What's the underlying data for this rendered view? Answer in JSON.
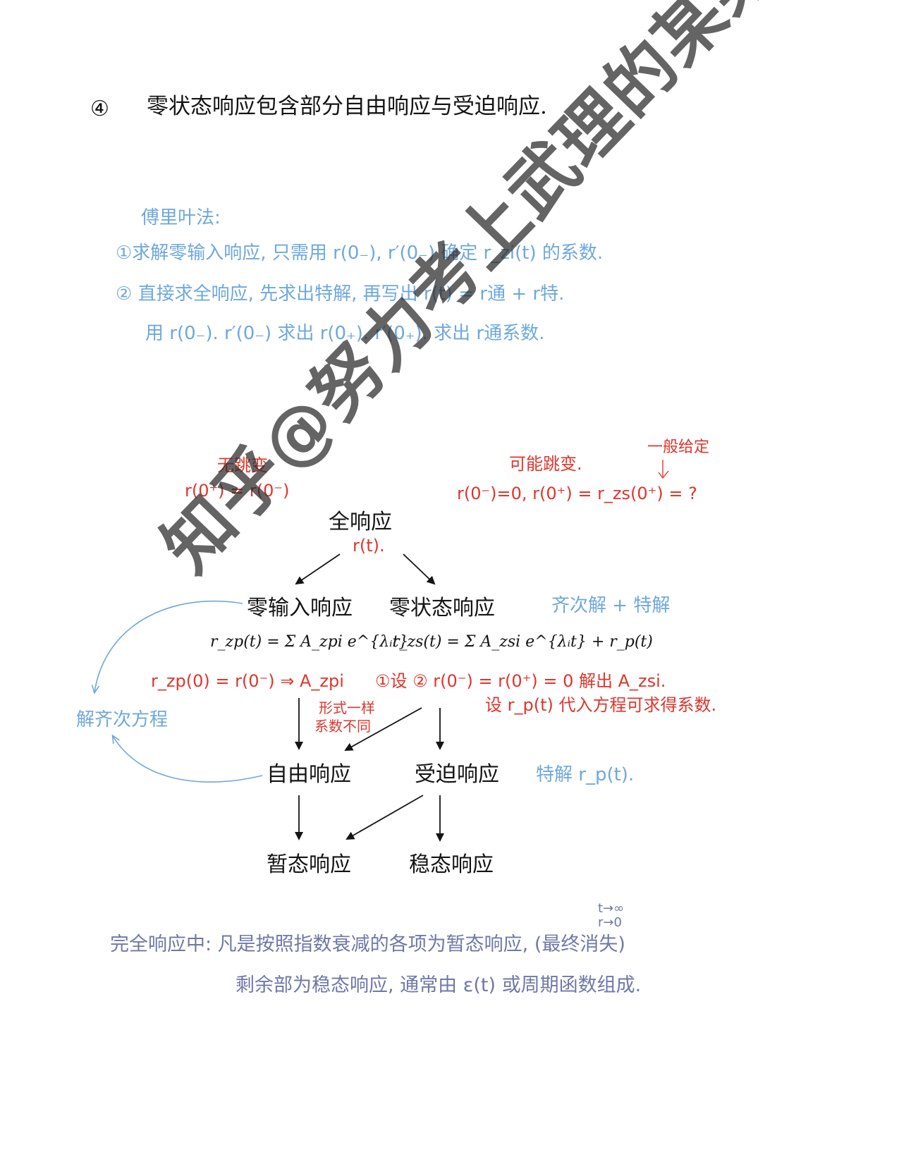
{
  "header": {
    "number": "④",
    "title": "零状态响应包含部分自由响应与受迫响应."
  },
  "fourier": {
    "title": "傅里叶法:",
    "line1": "①求解零输入响应, 只需用 r(0₋), r′(0₋) 确定 r_zi(t) 的系数.",
    "line2": "② 直接求全响应, 先求出特解, 再写出 r(t) = r通 + r特.",
    "line3": "用 r(0₋). r′(0₋) 求出 r(0₊). r′(0₊). 求出 r通系数."
  },
  "notes_top": {
    "left_label": "无跳变",
    "left_eq": "r(0⁺) = r(0⁻)",
    "right_label": "可能跳变.",
    "right_eq": "r(0⁻)=0, r(0⁺) = r_zs(0⁺) = ?",
    "right_note": "一般给定"
  },
  "diagram": {
    "full": "全响应",
    "full_sym": "r(t).",
    "zero_input": "零输入响应",
    "zero_state": "零状态响应",
    "zi_formula": "r_zp(t) = Σ A_zpi e^{λᵢt}",
    "zs_formula": "r_zs(t) = Σ A_zsi e^{λᵢt} + r_p(t)",
    "zi_note": "r_zp(0) = r(0⁻) ⇒ A_zpi",
    "zs_note1": "①设 ② r(0⁻) = r(0⁺) = 0  解出 A_zsi.",
    "zs_note2": "设 r_p(t) 代入方程可求得系数.",
    "form_note1": "形式一样",
    "form_note2": "系数不同",
    "homog_plus_particular": "齐次解 + 特解",
    "solve_homog": "解齐次方程",
    "free": "自由响应",
    "forced": "受迫响应",
    "particular": "特解 r_p(t).",
    "transient": "暂态响应",
    "steady": "稳态响应"
  },
  "bottom": {
    "limit1": "t→∞",
    "limit2": "r→0",
    "line1": "完全响应中: 凡是按照指数衰减的各项为暂态响应, (最终消失)",
    "line2": "剩余部为稳态响应, 通常由 ε(t) 或周期函数组成."
  },
  "watermark": "知乎@努力考上武理的某某",
  "colors": {
    "ink": "#141414",
    "blue": "#6fa8dc",
    "red": "#e0352b",
    "navy": "#6f78a8"
  }
}
